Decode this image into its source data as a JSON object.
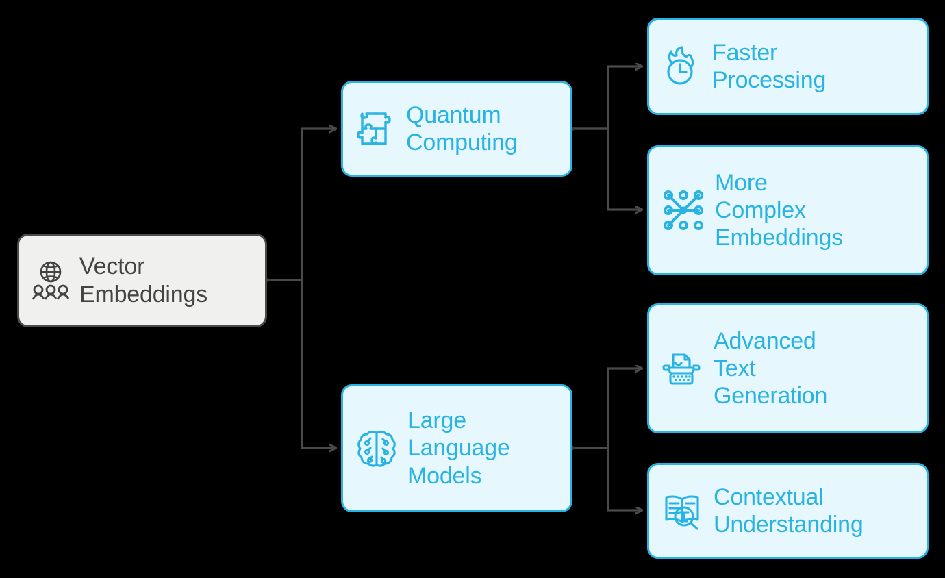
{
  "diagram": {
    "type": "tree-flowchart",
    "title": "Vector Embeddings future directions",
    "direction": "left-to-right",
    "background_color": "#000000",
    "colors": {
      "root_fill": "#f0f0ef",
      "root_border": "#4a4a4a",
      "root_text": "#444444",
      "node_fill": "#e6f7fd",
      "node_border": "#29b3e3",
      "node_text": "#29b3e3",
      "edge": "#4a4a4a"
    },
    "root": {
      "id": "vector-embeddings",
      "label": "Vector\nEmbeddings",
      "icon": "globe-people-icon"
    },
    "branches": [
      {
        "id": "quantum-computing",
        "label": "Quantum\nComputing",
        "icon": "puzzle-pieces-icon",
        "children": [
          {
            "id": "faster-processing",
            "label": "Faster\nProcessing",
            "icon": "flame-clock-icon"
          },
          {
            "id": "more-complex-embeddings",
            "label": "More\nComplex\nEmbeddings",
            "icon": "node-network-icon"
          }
        ]
      },
      {
        "id": "large-language-models",
        "label": "Large\nLanguage\nModels",
        "icon": "brain-circuit-icon",
        "children": [
          {
            "id": "advanced-text-generation",
            "label": "Advanced\nText\nGeneration",
            "icon": "typewriter-icon"
          },
          {
            "id": "contextual-understanding",
            "label": "Contextual\nUnderstanding",
            "icon": "book-magnifier-text-icon"
          }
        ]
      }
    ]
  }
}
